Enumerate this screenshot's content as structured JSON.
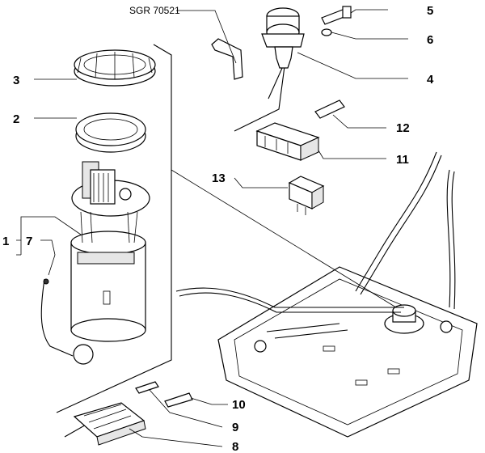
{
  "drawing_code": "SGR 70521",
  "callouts": {
    "c1": "1",
    "c2": "2",
    "c3": "3",
    "c4": "4",
    "c5": "5",
    "c6": "6",
    "c7": "7",
    "c8": "8",
    "c9": "9",
    "c10": "10",
    "c11": "11",
    "c12": "12",
    "c13": "13"
  }
}
